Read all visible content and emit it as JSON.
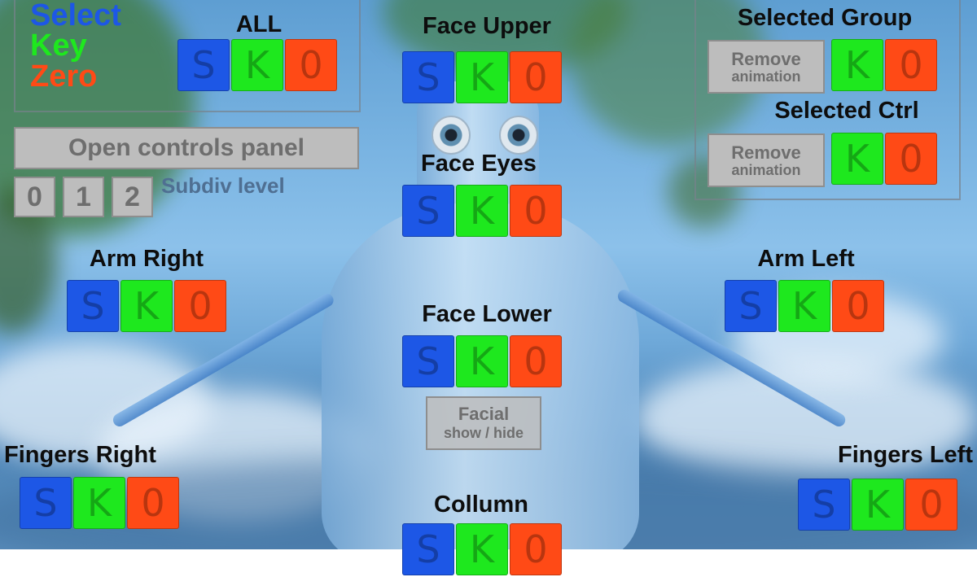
{
  "legend": {
    "select": "Select",
    "key": "Key",
    "zero": "Zero",
    "colors": {
      "select": "#1d57e6",
      "key": "#1ee81e",
      "zero": "#ff4a16"
    }
  },
  "buttons": {
    "select": "S",
    "key": "K",
    "zero": "0"
  },
  "groups": {
    "all": "ALL",
    "face_upper": "Face Upper",
    "face_eyes": "Face Eyes",
    "face_lower": "Face Lower",
    "arm_right": "Arm Right",
    "arm_left": "Arm Left",
    "fingers_right": "Fingers Right",
    "fingers_left": "Fingers Left",
    "collumn": "Collumn"
  },
  "controls_panel": {
    "open_label": "Open controls panel"
  },
  "subdiv": {
    "levels": [
      "0",
      "1",
      "2"
    ],
    "label": "Subdiv level"
  },
  "selected_group": {
    "title": "Selected Group",
    "remove_line1": "Remove",
    "remove_line2": "animation"
  },
  "selected_ctrl": {
    "title": "Selected Ctrl",
    "remove_line1": "Remove",
    "remove_line2": "animation"
  },
  "facial": {
    "line1": "Facial",
    "line2": "show / hide"
  }
}
